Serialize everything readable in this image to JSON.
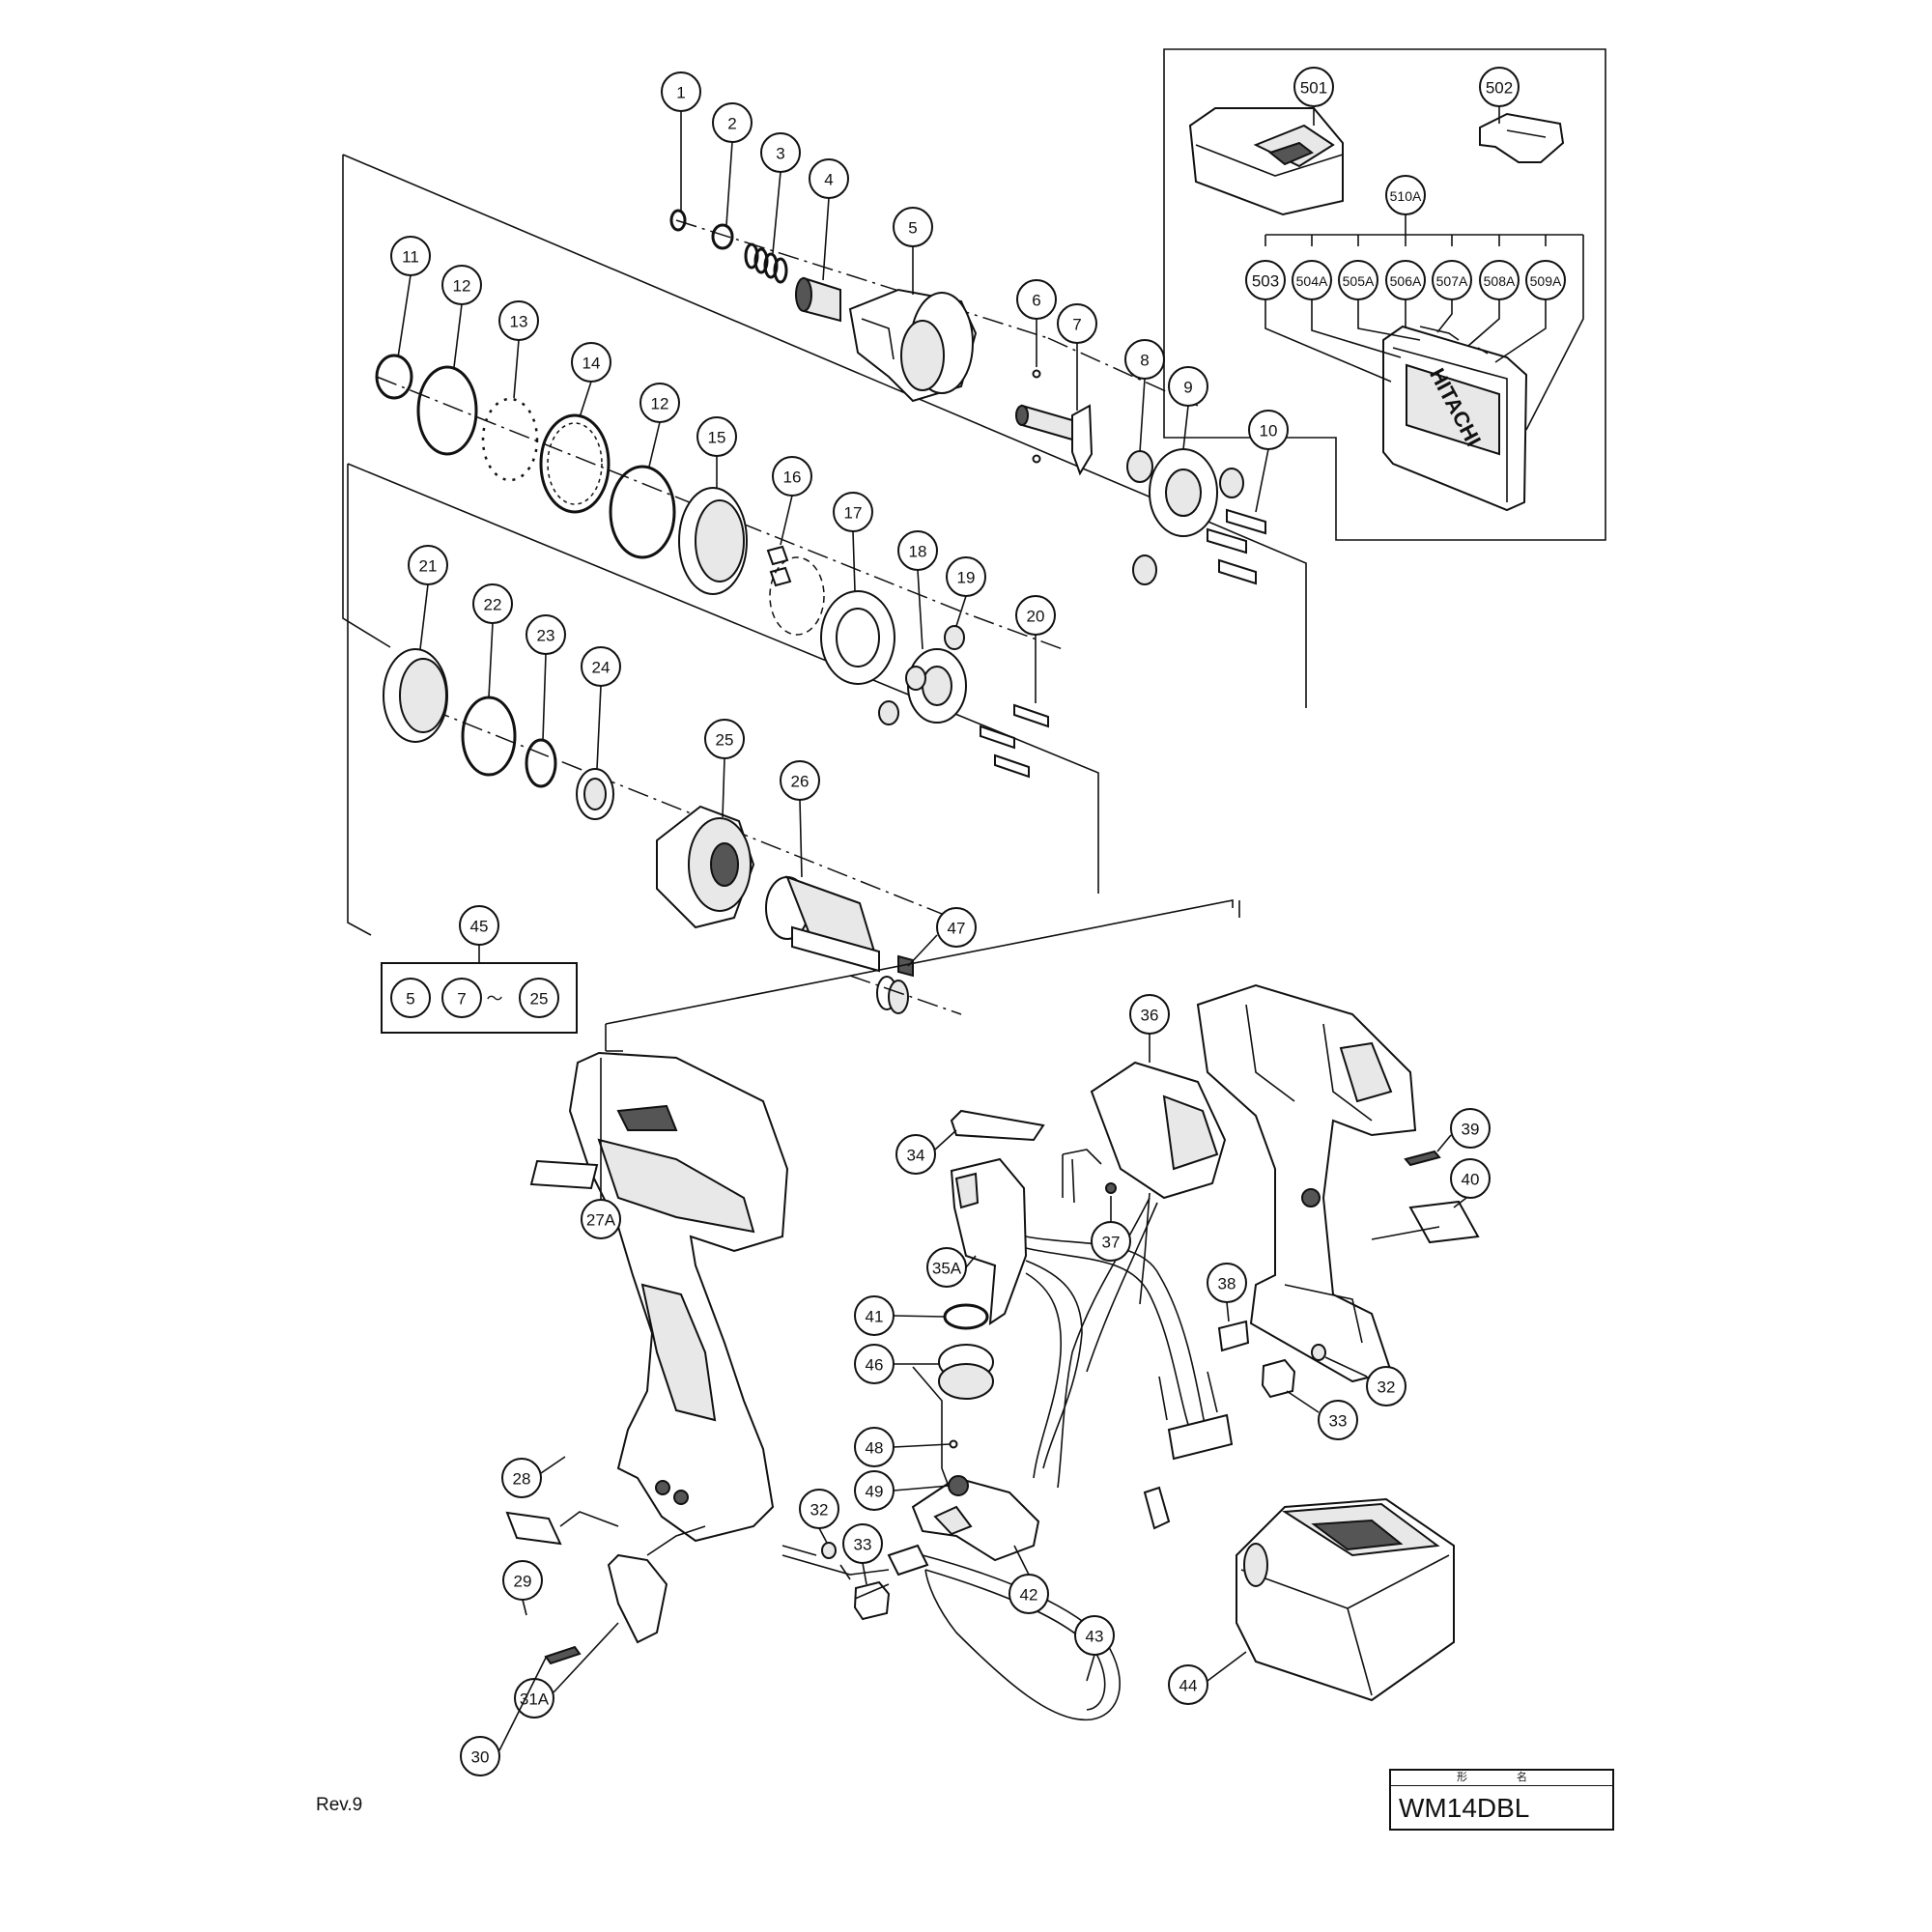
{
  "revision": "Rev.9",
  "model_header": "形　名",
  "model": "WM14DBL",
  "brand_on_case": "HITACHI",
  "range_note": {
    "from_a": "5",
    "from_b": "7",
    "tilde": "〜",
    "to": "25"
  },
  "callouts": {
    "c1": "1",
    "c2": "2",
    "c3": "3",
    "c4": "4",
    "c5": "5",
    "c6": "6",
    "c7": "7",
    "c8": "8",
    "c9": "9",
    "c10": "10",
    "c11": "11",
    "c12a": "12",
    "c13": "13",
    "c14": "14",
    "c12b": "12",
    "c15": "15",
    "c16": "16",
    "c17": "17",
    "c18": "18",
    "c19": "19",
    "c20": "20",
    "c21": "21",
    "c22": "22",
    "c23": "23",
    "c24": "24",
    "c25": "25",
    "c26": "26",
    "c47": "47",
    "c45": "45",
    "c36": "36",
    "c39": "39",
    "c40": "40",
    "c34": "34",
    "c37": "37",
    "c27A": "27A",
    "c35A": "35A",
    "c38": "38",
    "c41": "41",
    "c46": "46",
    "c32a": "32",
    "c33a": "33",
    "c28": "28",
    "c48": "48",
    "c49": "49",
    "c42": "42",
    "c33b": "33",
    "c32b": "32",
    "c29": "29",
    "c43": "43",
    "c44": "44",
    "c31A": "31A",
    "c30": "30",
    "c501": "501",
    "c502": "502",
    "c510A": "510A",
    "c503": "503",
    "c504A": "504A",
    "c505A": "505A",
    "c506A": "506A",
    "c507A": "507A",
    "c508A": "508A",
    "c509A": "509A"
  }
}
